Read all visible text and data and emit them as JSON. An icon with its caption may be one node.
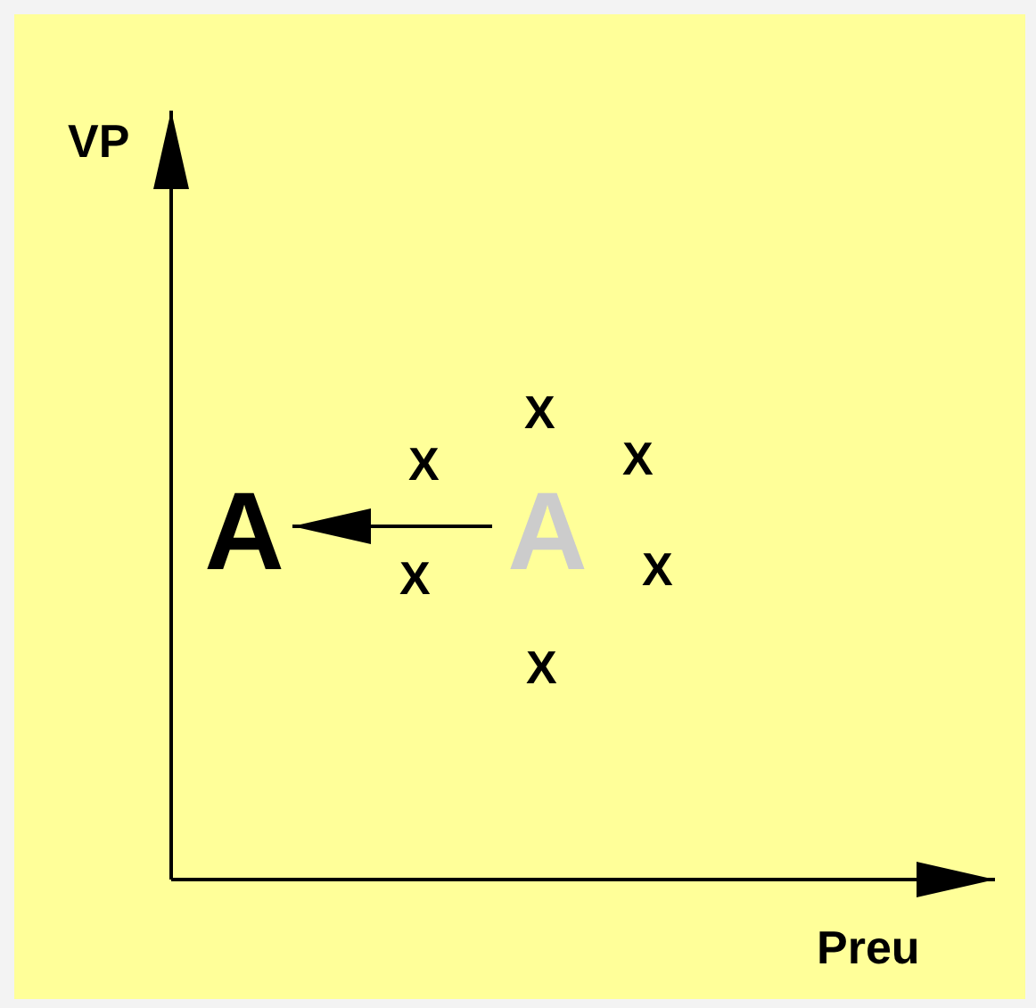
{
  "diagram": {
    "nodes": [
      {
        "text": [
          "A"
        ]
      },
      {
        "text": [
          "A"
        ]
      }
    ],
    "edges": [
      {
        "from": 1,
        "to": 0,
        "arrow": "to"
      }
    ],
    "labels": [
      "VP",
      "X",
      "X",
      "X",
      "X",
      "X",
      "X",
      "Preu"
    ]
  }
}
